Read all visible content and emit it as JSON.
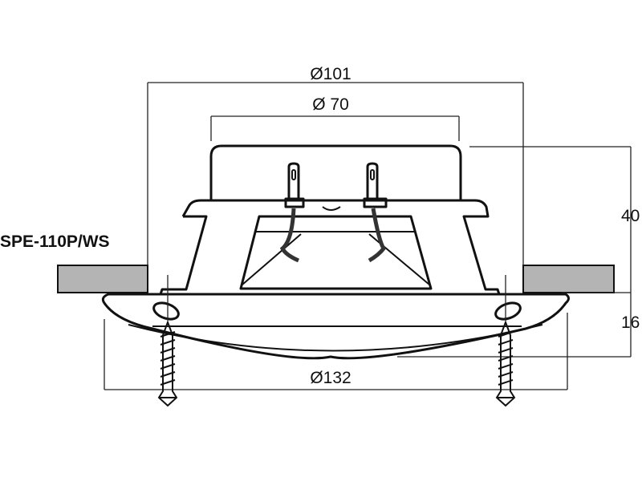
{
  "model_label": "SPE-110P/WS",
  "dimensions": {
    "outer_diameter": "Ø101",
    "inner_diameter": "Ø 70",
    "flange_diameter": "Ø132",
    "depth": "40",
    "flange_height": "16"
  },
  "colors": {
    "ceiling": "#b4b4b4",
    "line": "#111111"
  }
}
